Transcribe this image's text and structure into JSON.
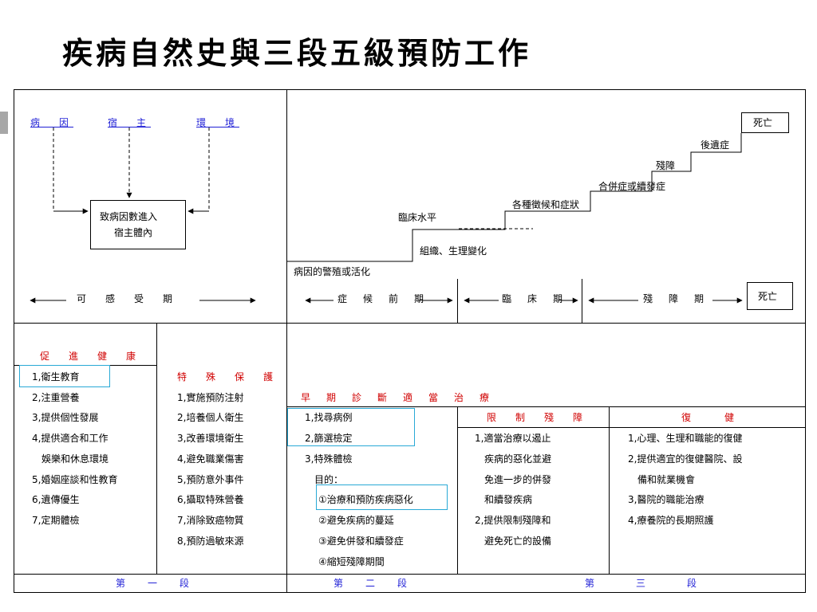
{
  "title": "疾病自然史與三段五級預防工作",
  "top_left": {
    "factors": [
      "病　因",
      "宿　主",
      "環　境"
    ],
    "box_lines": [
      "致病因數進入",
      "宿主體內"
    ],
    "period": "可　感　受　期"
  },
  "top_right": {
    "stairs": [
      "死亡",
      "後遺症",
      "殘障",
      "合併症或續發症",
      "各種徵候和症狀"
    ],
    "clinical_horizon": "臨床水平",
    "tissue_change": "組織、生理變化",
    "pathogen": "病因的警殖或活化",
    "periods": [
      "症　候　前　期",
      "臨　床　期",
      "殘　障　期"
    ],
    "death_box": "死亡"
  },
  "bottom": {
    "health_promotion": {
      "heading": "促　進　健　康",
      "items": [
        "1,衛生教育",
        "2,注重營養",
        "3,提供個性發展",
        "4,提供適合和工作",
        "　娛樂和休息環境",
        "5,婚姻座談和性教育",
        "6,遺傳優生",
        "7,定期體檢"
      ]
    },
    "special_protection": {
      "heading": "特　殊　保　護",
      "items": [
        "1,實施預防注射",
        "2,培養個人衛生",
        "3,改善環境衛生",
        "4,避免職業傷害",
        "5,預防意外事件",
        "6,攝取特殊營養",
        "7,消除致癌物質",
        "8,預防過敏來源"
      ]
    },
    "early_diagnosis": {
      "heading": "早　期　診　斷　適　當　治　療",
      "items": [
        "1,找尋病例",
        "2,篩選檢定",
        "3,特殊體檢",
        "　目的：",
        "①治療和預防疾病惡化",
        "②避免疾病的蔓延",
        "③避免併發和續發症",
        "④縮短殘障期間"
      ]
    },
    "limit_disability": {
      "heading": "限　制　殘　障",
      "items": [
        "1,適當治療以遏止",
        "　疾病的惡化並避",
        "　免進一步的併發",
        "　和續發疾病",
        "2,提供限制殘障和",
        "　避免死亡的設備"
      ]
    },
    "rehabilitation": {
      "heading": "復　　健",
      "items": [
        "1,心理、生理和職能的復健",
        "2,提供適宜的復健醫院、設",
        "　備和就業機會",
        "3,醫院的職能治療",
        "4,療養院的長期照護"
      ]
    },
    "stages": [
      "第　一　段",
      "第　二　段",
      "第　三　段"
    ]
  }
}
